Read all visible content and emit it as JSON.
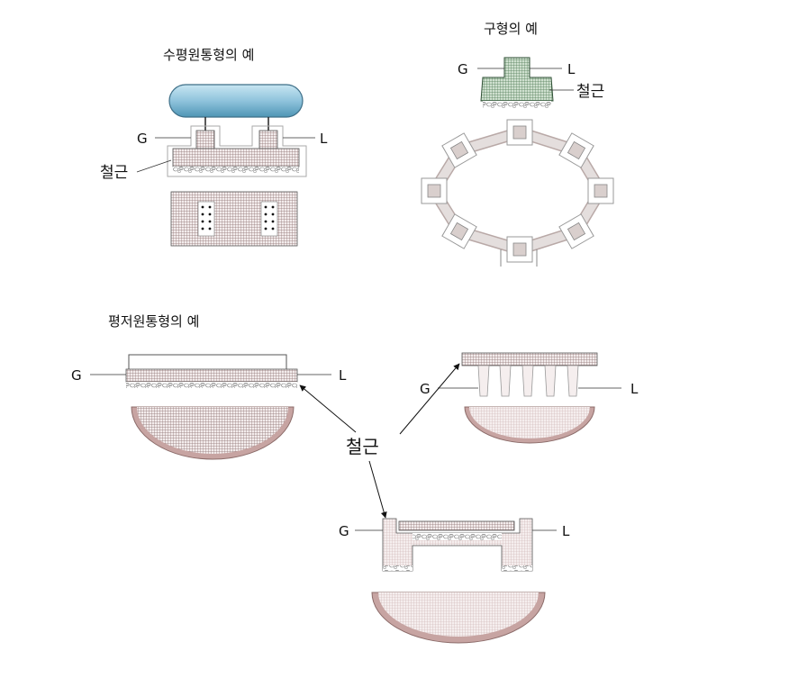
{
  "titles": {
    "horizontal_cylinder": "수평원통형의 예",
    "spherical": "구형의 예",
    "flat_bottom_cylinder": "평저원통형의 예"
  },
  "labels": {
    "ground": "G",
    "level": "L",
    "rebar": "철근"
  },
  "colors": {
    "tank_blue": "#8fc3dc",
    "sphere_footing_green": "#6e9b72",
    "rebar_hatch": "#8c7070",
    "ring_fill": "#e4dedd",
    "tank_rim": "#c7a4a2"
  }
}
